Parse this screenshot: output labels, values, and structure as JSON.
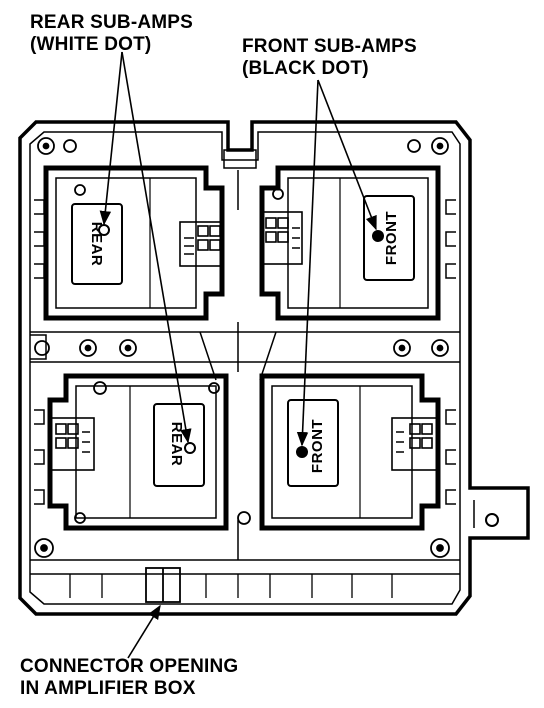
{
  "callouts": {
    "rear_sub_amps": {
      "line1": "REAR SUB-AMPS",
      "line2": "(WHITE DOT)"
    },
    "front_sub_amps": {
      "line1": "FRONT SUB-AMPS",
      "line2": "(BLACK DOT)"
    },
    "connector_opening": {
      "line1": "CONNECTOR OPENING",
      "line2": "IN AMPLIFIER BOX"
    }
  },
  "sub_amps": [
    {
      "position": "top-left",
      "label": "REAR",
      "dot": "white"
    },
    {
      "position": "top-right",
      "label": "FRONT",
      "dot": "black"
    },
    {
      "position": "bottom-left",
      "label": "REAR",
      "dot": "white"
    },
    {
      "position": "bottom-right",
      "label": "FRONT",
      "dot": "black"
    }
  ],
  "colors": {
    "line": "#000000",
    "background": "#ffffff"
  }
}
